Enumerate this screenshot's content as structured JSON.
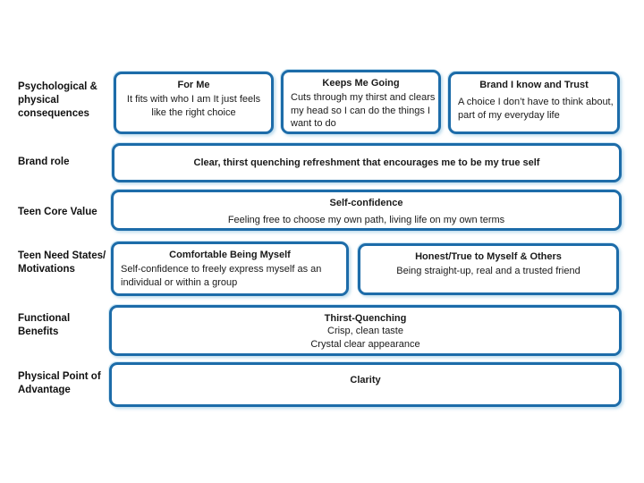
{
  "accent_color": "#1d6ca9",
  "rows": [
    {
      "label": "Psychological & physical consequences",
      "boxes": [
        {
          "title": "For Me",
          "body": "It fits with who I am It just feels like the right choice"
        },
        {
          "title": "Keeps Me Going",
          "body": "Cuts through my thirst and clears my head so I can do the things I want to do"
        },
        {
          "title": "Brand I know and Trust",
          "body": "A choice I don’t have to think about, part of my everyday life"
        }
      ]
    },
    {
      "label": "Brand role",
      "boxes": [
        {
          "title": "Clear, thirst quenching refreshment that encourages me to be my true self",
          "body": ""
        }
      ]
    },
    {
      "label": "Teen Core Value",
      "boxes": [
        {
          "title": "Self-confidence",
          "body": "Feeling free to choose my own path, living life on my own terms"
        }
      ]
    },
    {
      "label": "Teen Need States/ Motivations",
      "boxes": [
        {
          "title": "Comfortable Being Myself",
          "body": "Self-confidence to freely express myself as an individual or within a group"
        },
        {
          "title": "Honest/True to Myself & Others",
          "body": "Being straight-up, real and a trusted friend"
        }
      ]
    },
    {
      "label": "Functional Benefits",
      "boxes": [
        {
          "title": "Thirst-Quenching",
          "body": "Crisp, clean taste",
          "body2": "Crystal clear appearance"
        }
      ]
    },
    {
      "label": "Physical Point of Advantage",
      "boxes": [
        {
          "title": "Clarity",
          "body": ""
        }
      ]
    }
  ]
}
